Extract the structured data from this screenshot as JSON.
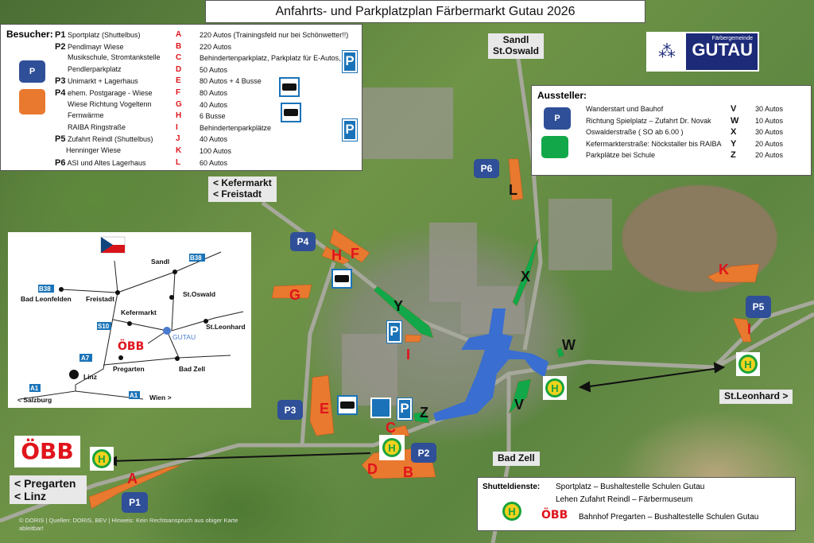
{
  "title": "Anfahrts- und Parkplatzplan Färbermarkt Gutau 2026",
  "visitors": {
    "heading": "Besucher:",
    "rows": [
      {
        "p": "P1",
        "name": "Sportplatz (Shuttelbus)",
        "letter": "A",
        "info": "220 Autos (Trainingsfeld nur bei Schönwetter!!)"
      },
      {
        "p": "P2",
        "name": "Pendlmayr  Wiese",
        "letter": "B",
        "info": "220 Autos"
      },
      {
        "p": "",
        "name": "Musikschule, Stromtankstelle",
        "letter": "C",
        "info": "Behindertenparkplatz, Parkplatz für E-Autos,"
      },
      {
        "p": "",
        "name": "Pendlerparkplatz",
        "letter": "D",
        "info": "50 Autos"
      },
      {
        "p": "P3",
        "name": "Unimarkt + Lagerhaus",
        "letter": "E",
        "info": "80 Autos + 4 Busse"
      },
      {
        "p": "P4",
        "name": "ehem. Postgarage - Wiese",
        "letter": "F",
        "info": "80 Autos"
      },
      {
        "p": "",
        "name": "Wiese Richtung Vogeltenn",
        "letter": "G",
        "info": "40 Autos"
      },
      {
        "p": "",
        "name": "Fernwärme",
        "letter": "H",
        "info": "6 Busse"
      },
      {
        "p": "",
        "name": "RAIBA Ringstraße",
        "letter": "I",
        "info": "Behindertenparkplätze"
      },
      {
        "p": "P5",
        "name": "Zufahrt Reindl (Shuttelbus)",
        "letter": "J",
        "info": "40 Autos"
      },
      {
        "p": "",
        "name": "Henninger Wiese",
        "letter": "K",
        "info": "100 Autos"
      },
      {
        "p": "P6",
        "name": "ASI und Altes Lagerhaus",
        "letter": "L",
        "info": "60 Autos"
      }
    ],
    "legend_p": "P"
  },
  "exhibitors": {
    "heading": "Aussteller:",
    "legend_p": "P",
    "rows": [
      {
        "name": "Wanderstart und Bauhof",
        "letter": "V",
        "cars": "30 Autos"
      },
      {
        "name": "Richtung Spielplatz – Zufahrt Dr. Novak",
        "letter": "W",
        "cars": "10 Autos"
      },
      {
        "name": "Oswalderstraße ( SO ab 6.00 )",
        "letter": "X",
        "cars": "30 Autos"
      },
      {
        "name": "Kefermarkterstraße: Nöckstaller bis RAIBA",
        "letter": "Y",
        "cars": "20 Autos"
      },
      {
        "name": "Parkplätze bei Schule",
        "letter": "Z",
        "cars": "20 Autos"
      }
    ]
  },
  "shuttle": {
    "heading": "Shutteldienste:",
    "line1": "Sportplatz – Bushaltestelle Schulen Gutau",
    "line2": "Lehen Zufahrt Reindl – Färbermuseum",
    "obb_logo": "ÖBB",
    "line3": "Bahnhof Pregarten – Bushaltestelle Schulen Gutau"
  },
  "logo": {
    "sub": "Färbergemeinde",
    "name": "GUTAU"
  },
  "signs": {
    "north1": "Sandl",
    "north2": "St.Oswald",
    "west1": "< Kefermarkt",
    "west2": "< Freistadt",
    "east": "St.Leonhard >",
    "south": "Bad Zell",
    "sw1": "< Pregarten",
    "sw2": "<  Linz"
  },
  "obb_logo": "ÖBB",
  "bus_stop": "H",
  "parking_glyph": "P",
  "map": {
    "parking": [
      "P1",
      "P2",
      "P3",
      "P4",
      "P5",
      "P6"
    ],
    "areas": {
      "A": "A",
      "B": "B",
      "C": "C",
      "D": "D",
      "E": "E",
      "F": "F",
      "G": "G",
      "H": "H",
      "I": "I",
      "J": "I",
      "K": "K",
      "L": "L"
    },
    "exhibitor_areas": {
      "V": "V",
      "W": "W",
      "X": "X",
      "Y": "Y",
      "Z": "Z"
    }
  },
  "overview": {
    "places": [
      "Sandl",
      "St.Oswald",
      "Bad Leonfelden",
      "Freistadt",
      "Kefermarkt",
      "St.Leonhard",
      "GUTAU",
      "Pregarten",
      "Bad Zell",
      "Linz",
      "< Salzburg",
      "Wien >"
    ],
    "roads": [
      "B38",
      "B38",
      "S10",
      "A7",
      "A1",
      "A1"
    ],
    "obb": "ÖBB"
  },
  "copyright": "© DORIS | Quellen: DORIS, BEV | Hinweis: Kein Rechtsanspruch aus obiger Karte ableitbar!"
}
